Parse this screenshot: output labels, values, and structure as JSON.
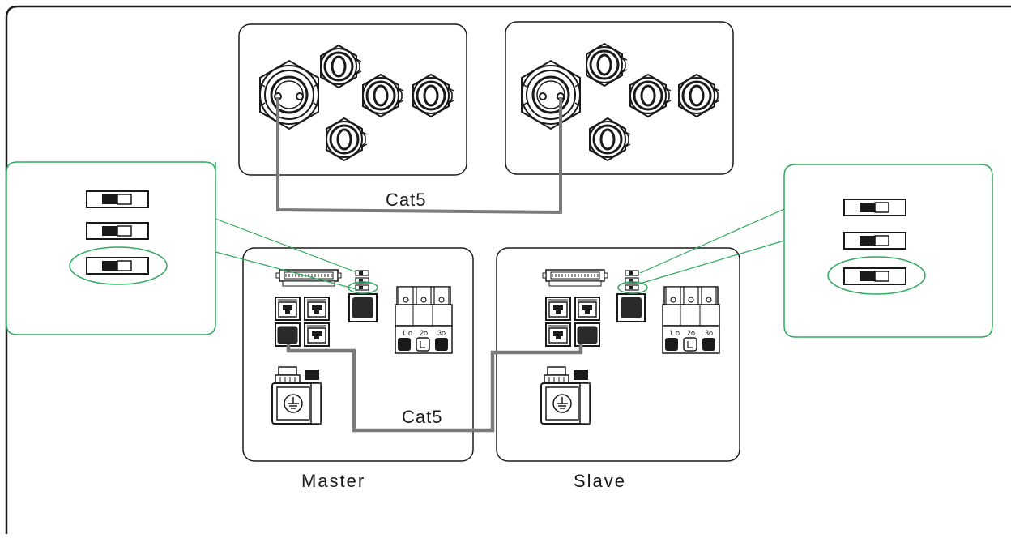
{
  "diagram": {
    "cable_top_label": "Cat5",
    "cable_bottom_label": "Cat5",
    "master_label": "Master",
    "slave_label": "Slave",
    "dip_switches": {
      "left_callout": {
        "count": 3,
        "highlighted": 3,
        "setting": "left position (on) for all switches"
      },
      "right_callout": {
        "count": 3,
        "highlighted": 3,
        "setting": "left position (on) for all switches"
      }
    },
    "colors": {
      "outline": "#1a1a1a",
      "callout_green": "#2eaa5c",
      "cable_gray": "#7a7a7a"
    }
  }
}
